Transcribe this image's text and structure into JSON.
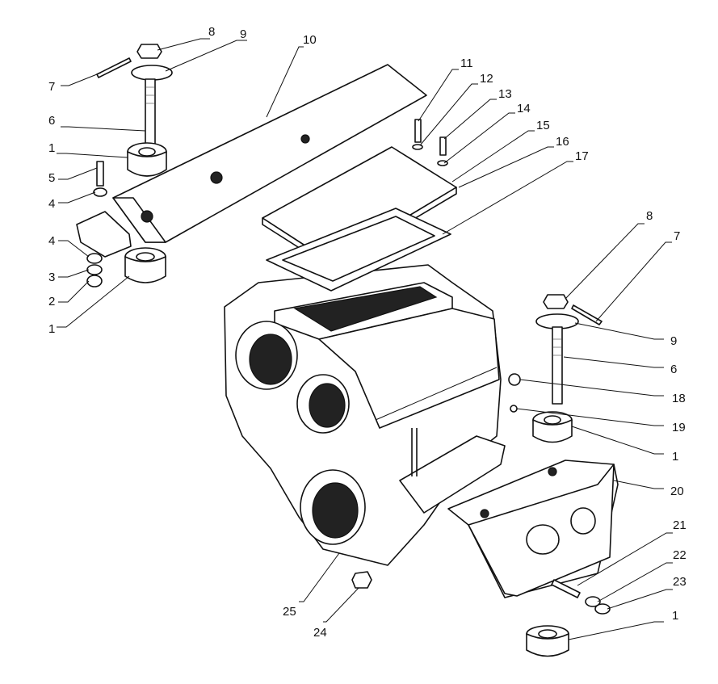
{
  "callouts": [
    {
      "id": "c8a",
      "text": "8"
    },
    {
      "id": "c9a",
      "text": "9"
    },
    {
      "id": "c10",
      "text": "10"
    },
    {
      "id": "c7a",
      "text": "7"
    },
    {
      "id": "c6a",
      "text": "6"
    },
    {
      "id": "c1a",
      "text": "1"
    },
    {
      "id": "c5",
      "text": "5"
    },
    {
      "id": "c4a",
      "text": "4"
    },
    {
      "id": "c4b",
      "text": "4"
    },
    {
      "id": "c3",
      "text": "3"
    },
    {
      "id": "c2",
      "text": "2"
    },
    {
      "id": "c1b",
      "text": "1"
    },
    {
      "id": "c11",
      "text": "11"
    },
    {
      "id": "c12",
      "text": "12"
    },
    {
      "id": "c13",
      "text": "13"
    },
    {
      "id": "c14",
      "text": "14"
    },
    {
      "id": "c15",
      "text": "15"
    },
    {
      "id": "c16",
      "text": "16"
    },
    {
      "id": "c17",
      "text": "17"
    },
    {
      "id": "c8b",
      "text": "8"
    },
    {
      "id": "c7b",
      "text": "7"
    },
    {
      "id": "c9b",
      "text": "9"
    },
    {
      "id": "c6b",
      "text": "6"
    },
    {
      "id": "c18",
      "text": "18"
    },
    {
      "id": "c19",
      "text": "19"
    },
    {
      "id": "c1c",
      "text": "1"
    },
    {
      "id": "c20",
      "text": "20"
    },
    {
      "id": "c21",
      "text": "21"
    },
    {
      "id": "c22",
      "text": "22"
    },
    {
      "id": "c23",
      "text": "23"
    },
    {
      "id": "c1d",
      "text": "1"
    },
    {
      "id": "c25",
      "text": "25"
    },
    {
      "id": "c24",
      "text": "24"
    }
  ]
}
